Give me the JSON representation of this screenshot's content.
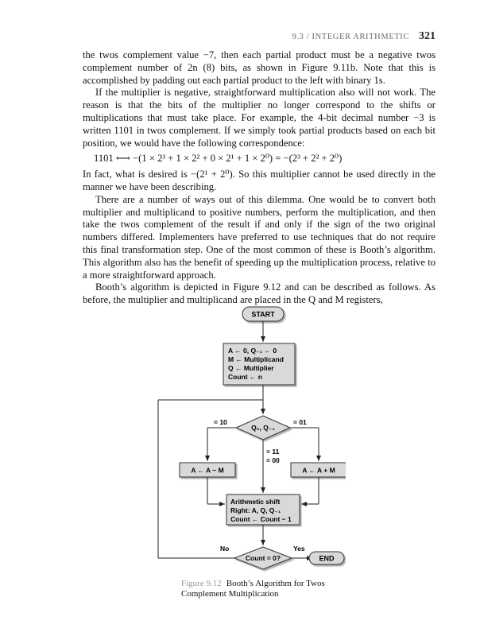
{
  "header": {
    "running_title": "9.3 / INTEGER ARITHMETIC",
    "page_number": "321"
  },
  "body": {
    "p1": "the twos complement value −7, then each partial product must be a negative twos complement number of 2n (8) bits, as shown in Figure 9.11b. Note that this is accomplished by padding out each partial product to the left with binary 1s.",
    "p2": "If the multiplier is negative, straightforward multiplication also will not work. The reason is that the bits of the multiplier no longer correspond to the shifts or multiplications that must take place. For example, the 4-bit decimal number −3 is written 1101 in twos complement. If we simply took partial products based on each bit position, we would have the following correspondence:",
    "formula": "1101 ⟷ −(1 × 2³ + 1 × 2² + 0 × 2¹ + 1 × 2⁰) = −(2³ + 2² + 2⁰)",
    "p3": "In fact, what is desired is −(2¹ + 2⁰). So this multiplier cannot be used directly in the manner we have been describing.",
    "p4": "There are a number of ways out of this dilemma. One would be to convert both multiplier and multiplicand to positive numbers, perform the multiplication, and then take the twos complement of the result if and only if the sign of the two original numbers differed. Implementers have preferred to use techniques that do not require this final transformation step. One of the most common of these is Booth’s algorithm. This algorithm also has the benefit of speeding up the multiplication process, relative to a more straightforward approach.",
    "p5": "Booth’s algorithm is depicted in Figure 9.12 and can be described as follows. As before, the multiplier and multiplicand are placed in the Q and M registers,"
  },
  "flowchart": {
    "start": "START",
    "init_lines": [
      "A ← 0, Q₋₁ ← 0",
      "M ← Multiplicand",
      "Q ← Multiplier",
      "Count ← n"
    ],
    "decision": "Q₀, Q₋₁",
    "branch_10": "= 10",
    "branch_01": "= 01",
    "branch_11": "= 11",
    "branch_00": "= 00",
    "sub_box": "A ← A − M",
    "add_box": "A ← A + M",
    "shift_lines": [
      "Arithmetic shift",
      "Right: A, Q, Q₋₁",
      "Count ← Count − 1"
    ],
    "count_check": "Count = 0?",
    "no_label": "No",
    "yes_label": "Yes",
    "end": "END"
  },
  "caption": {
    "label": "Figure 9.12",
    "text": "Booth’s Algorithm for Twos Complement Multiplication"
  }
}
